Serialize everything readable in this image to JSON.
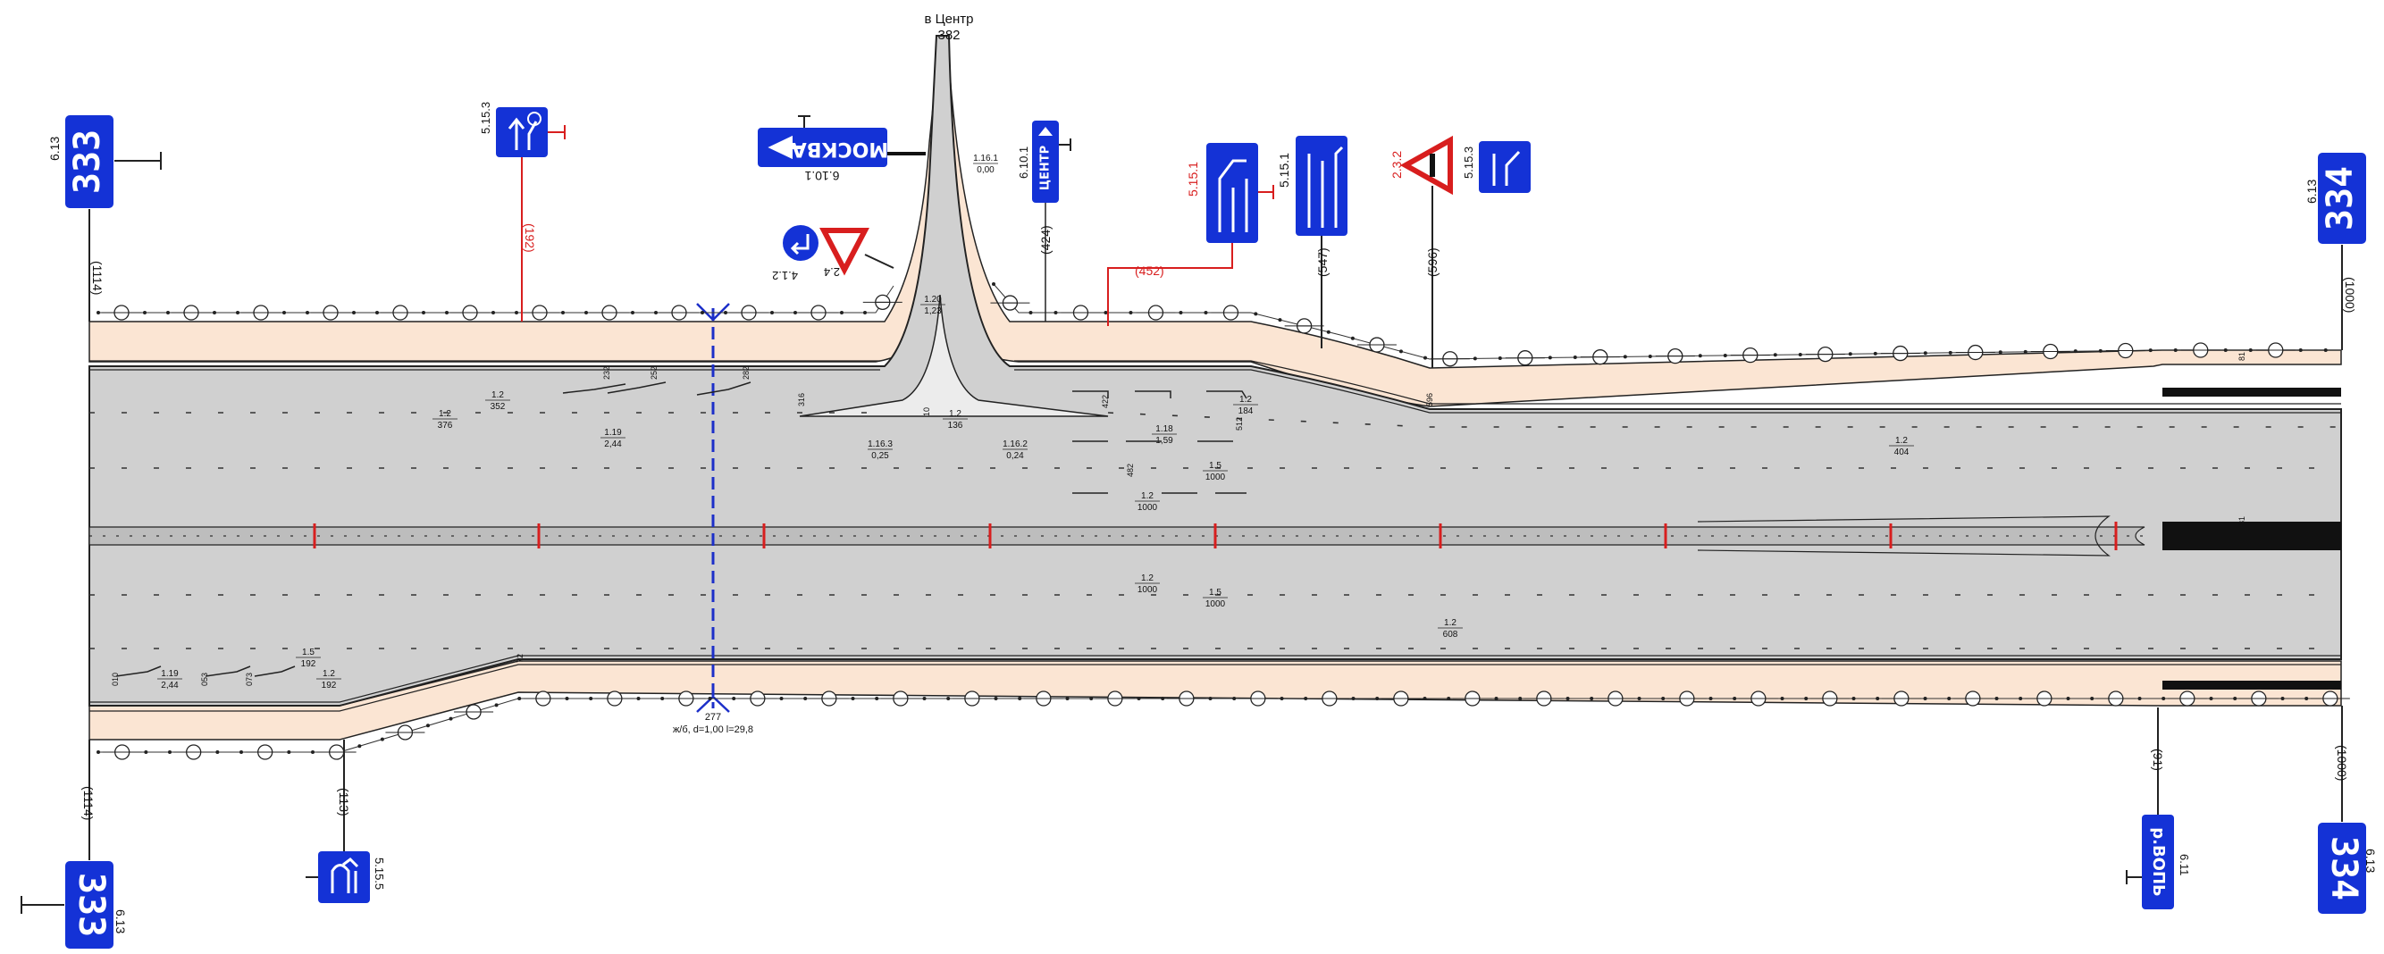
{
  "title": "в Центр",
  "title_chainage": "382",
  "colors": {
    "carriageway": "#d0d0d0",
    "shoulder": "#fbe5d3",
    "sign_blue": "#1432d6",
    "sign_red": "#d81e1e",
    "culvert": "#1c2fc9",
    "edge": "#222222"
  },
  "km_posts": {
    "code": "6.13",
    "left_top": {
      "value": "333",
      "offset": "(1114)"
    },
    "left_bottom": {
      "value": "333",
      "offset": "(1114)"
    },
    "right_top": {
      "value": "334",
      "offset": "(1000)"
    },
    "right_bottom": {
      "value": "334",
      "offset": "(1000)"
    }
  },
  "signs": {
    "s5_15_3_left": {
      "code": "5.15.3",
      "offset": "(192)"
    },
    "moskva": {
      "code": "6.10.1",
      "text": "МОСКВА"
    },
    "centr": {
      "code": "6.10.1",
      "text": "ЦЕНТР",
      "offset": "(424)"
    },
    "give_way": {
      "code": "2.4",
      "code2": "4.1.2"
    },
    "s5_15_1_red": {
      "code": "5.15.1",
      "offset": "(452)"
    },
    "s5_15_1": {
      "code": "5.15.1",
      "offset": "(547)"
    },
    "s2_3_2": {
      "code": "2.3.2",
      "offset": "(596)"
    },
    "s5_15_3_right": {
      "code": "5.15.3"
    },
    "s5_15_5": {
      "code": "5.15.5",
      "offset": "(113)"
    },
    "river": {
      "code": "6.11",
      "text": "р.ВОПЬ",
      "offset": "(91)"
    }
  },
  "culvert": {
    "chainage": "277",
    "desc": "ж/б, d=1,00 l=29,8"
  },
  "markings": [
    {
      "code": "1.2",
      "value": "352"
    },
    {
      "code": "1.2",
      "value": "376"
    },
    {
      "code": "1.19",
      "value": "2,44"
    },
    {
      "code": "1.16.3",
      "value": "0,25"
    },
    {
      "code": "1.2",
      "value": "136"
    },
    {
      "code": "1.16.2",
      "value": "0,24"
    },
    {
      "code": "1.16.1",
      "value": "0,00"
    },
    {
      "code": "1.20",
      "value": "1,23"
    },
    {
      "code": "1.2",
      "value": "184"
    },
    {
      "code": "1.18",
      "value": "1,59"
    },
    {
      "code": "1.5",
      "value": "1000"
    },
    {
      "code": "1.2",
      "value": "1000"
    },
    {
      "code": "1.2",
      "value": "404"
    },
    {
      "code": "1.2",
      "value": "1000"
    },
    {
      "code": "1.5",
      "value": "1000"
    },
    {
      "code": "1.2",
      "value": "608"
    },
    {
      "code": "1.19",
      "value": "2,44"
    },
    {
      "code": "1.2",
      "value": "192"
    },
    {
      "code": "1.5",
      "value": "192"
    }
  ],
  "small_numbers": [
    "232",
    "252",
    "282",
    "316",
    "422",
    "512",
    "482",
    "596",
    "10",
    "81",
    "81",
    "72",
    "010",
    "053",
    "073"
  ]
}
